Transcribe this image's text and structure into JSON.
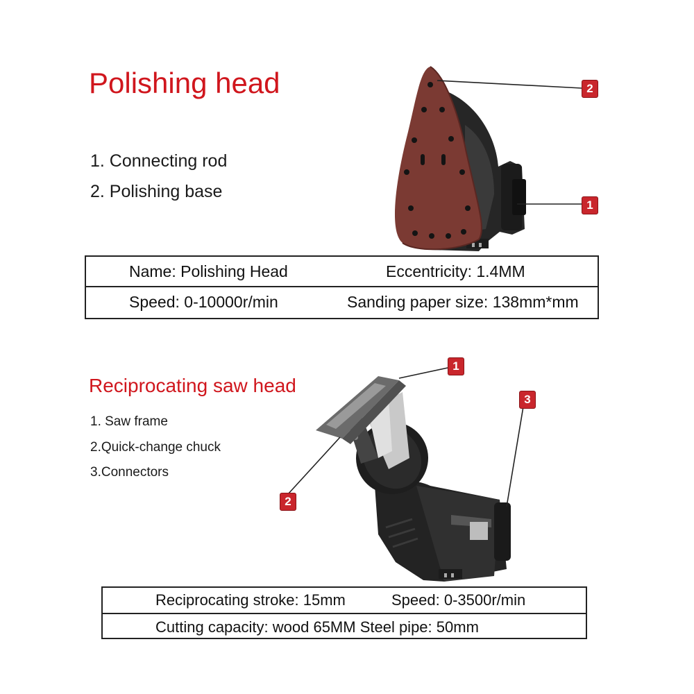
{
  "section1": {
    "title": "Polishing head",
    "items": [
      "1. Connecting rod",
      "2. Polishing base"
    ],
    "badges": [
      "2",
      "1"
    ],
    "specs": {
      "name": "Name: Polishing Head",
      "eccentricity": "Eccentricity: 1.4MM",
      "speed": "Speed: 0-10000r/min",
      "paper": "Sanding paper size: 138mm*mm"
    }
  },
  "section2": {
    "title": "Reciprocating saw head",
    "items": [
      "1. Saw frame",
      "2.Quick-change chuck",
      "3.Connectors"
    ],
    "badges": [
      "1",
      "3",
      "2"
    ],
    "specs": {
      "stroke": "Reciprocating stroke: 15mm",
      "speed": "Speed: 0-3500r/min",
      "capacity": "Cutting capacity: wood 65MM Steel pipe: 50mm"
    }
  },
  "colors": {
    "accent_red": "#d0161d",
    "sandpaper": "#7b3a33",
    "tool_body": "#2a2a2a"
  }
}
